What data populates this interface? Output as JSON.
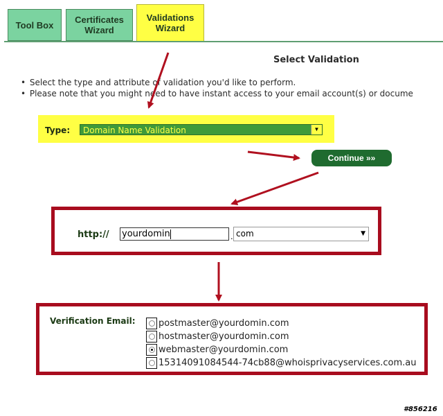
{
  "tabs": [
    {
      "label": "Tool Box"
    },
    {
      "label": "Certificates Wizard"
    },
    {
      "label": "Validations Wizard"
    }
  ],
  "section_title": "Select Validation",
  "bullets": [
    "Select the type and attribute of validation you'd like to perform.",
    "Please note that you might need to have instant access to your email account(s) or docume"
  ],
  "type_field": {
    "label": "Type:",
    "value": "Domain Name Validation"
  },
  "continue_label": "Continue »»",
  "domain": {
    "prefix": "http://",
    "value": "yourdomin",
    "separator": ".",
    "tld": "com"
  },
  "verification": {
    "label": "Verification Email:",
    "options": [
      {
        "email": "postmaster@yourdomin.com",
        "selected": false
      },
      {
        "email": "hostmaster@yourdomin.com",
        "selected": false
      },
      {
        "email": "webmaster@yourdomin.com",
        "selected": true
      },
      {
        "email": "15314091084544-74cb88@whoisprivacyservices.com.au",
        "selected": false
      }
    ]
  },
  "watermark": "#856216",
  "colors": {
    "highlight": "#ffff44",
    "tab_green": "#7bd3a0",
    "button_green": "#1f6b2f",
    "annotation_red": "#a80c1e"
  }
}
